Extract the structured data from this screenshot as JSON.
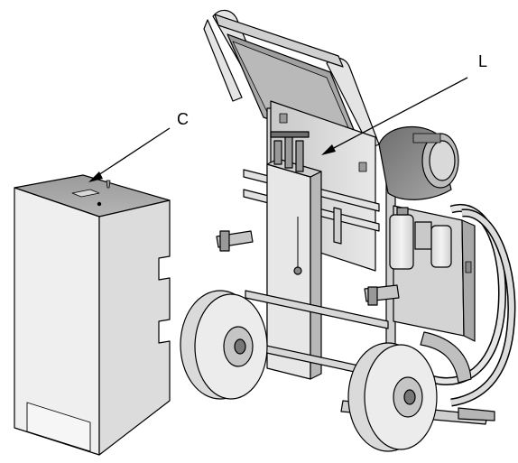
{
  "diagram": {
    "callouts": [
      {
        "id": "cover",
        "label": "C"
      },
      {
        "id": "fluid-module",
        "label": "L"
      }
    ]
  },
  "colors": {
    "line": "#000000",
    "cover_front": "#eeeeee",
    "cover_side": "#d9d9d9",
    "cover_top": "#a6a6a6",
    "frame_dark": "#8c8c8c",
    "frame_mid": "#bdbdbd",
    "frame_light": "#e6e6e6",
    "wheel": "#e0e0e0"
  }
}
